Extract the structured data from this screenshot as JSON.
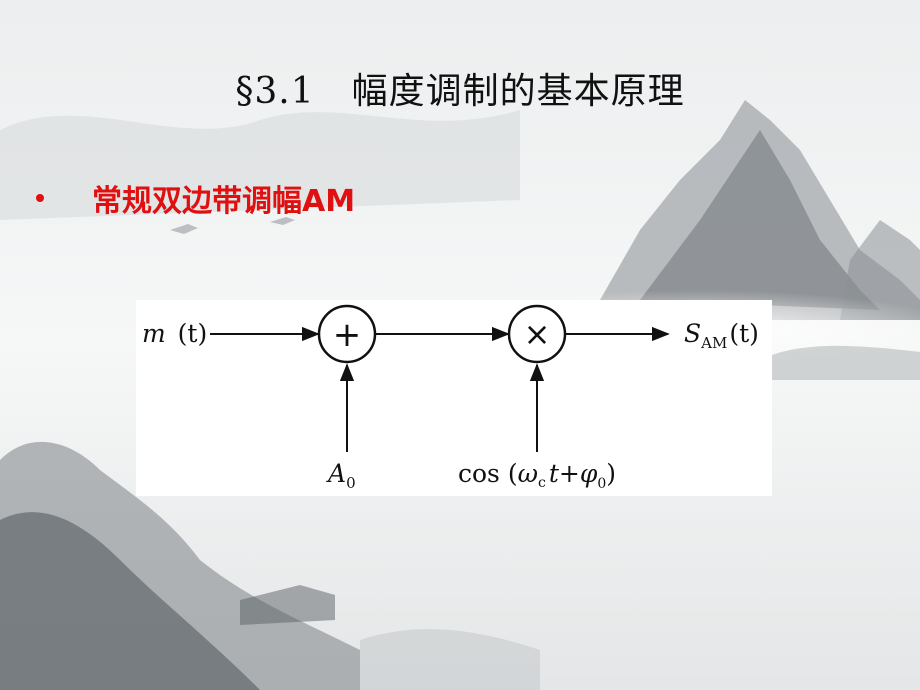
{
  "slide": {
    "title": "§3.1　幅度调制的基本原理",
    "bullet": "常规双边带调幅AM"
  },
  "diagram": {
    "input_m": "m",
    "input_arg": "(t)",
    "adder_symbol": "+",
    "multiplier_symbol": "×",
    "output_s": "S",
    "output_sub": "AM",
    "output_arg": "(t)",
    "dc_A": "A",
    "dc_sub": "0",
    "carrier_cos": "cos (",
    "carrier_omega": "ω",
    "carrier_c": "c",
    "carrier_t": "t",
    "carrier_plus": "+",
    "carrier_phi": "φ",
    "carrier_zero": "0",
    "carrier_close": ")"
  },
  "colors": {
    "bullet": "#e01010",
    "title": "#111111"
  }
}
